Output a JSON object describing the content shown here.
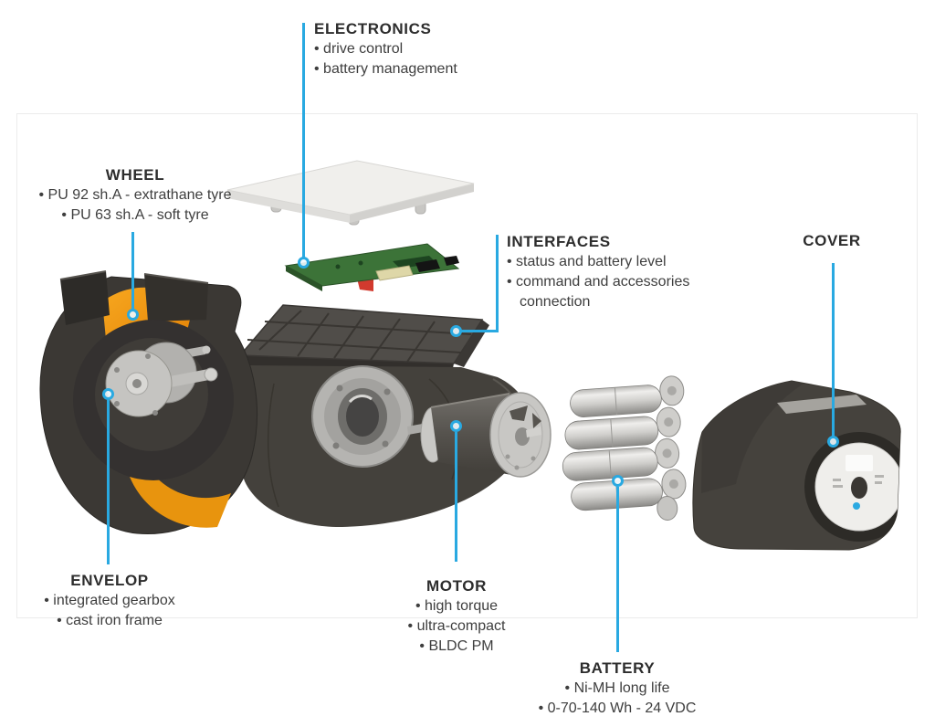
{
  "figure": {
    "accent_color": "#29a9e1",
    "background_color": "#ffffff",
    "frame_border_color": "#ececec",
    "title_color": "#2d2d2d",
    "text_color": "#3e3e3e",
    "part_colors": {
      "housing_dark": "#3b3834",
      "tyre_orange": "#f5a01c",
      "metal_silver": "#c6c5c2",
      "pcb_green": "#3c7338",
      "plate_white": "#f0efec"
    }
  },
  "labels": {
    "electronics": {
      "title": "ELECTRONICS",
      "bullets": [
        "• drive control",
        "• battery management"
      ]
    },
    "wheel": {
      "title": "WHEEL",
      "bullets": [
        "• PU 92 sh.A - extrathane tyre",
        "• PU 63 sh.A - soft tyre"
      ]
    },
    "interfaces": {
      "title": "INTERFACES",
      "bullets": [
        "• status and battery level",
        "• command and accessories connection"
      ]
    },
    "cover": {
      "title": "COVER"
    },
    "envelop": {
      "title": "ENVELOP",
      "bullets": [
        "• integrated gearbox",
        "• cast iron frame"
      ]
    },
    "motor": {
      "title": "MOTOR",
      "bullets": [
        "• high torque",
        "• ultra-compact",
        "• BLDC PM"
      ]
    },
    "battery": {
      "title": "BATTERY",
      "bullets": [
        "• Ni-MH long life",
        "• 0-70-140 Wh - 24 VDC"
      ]
    }
  }
}
